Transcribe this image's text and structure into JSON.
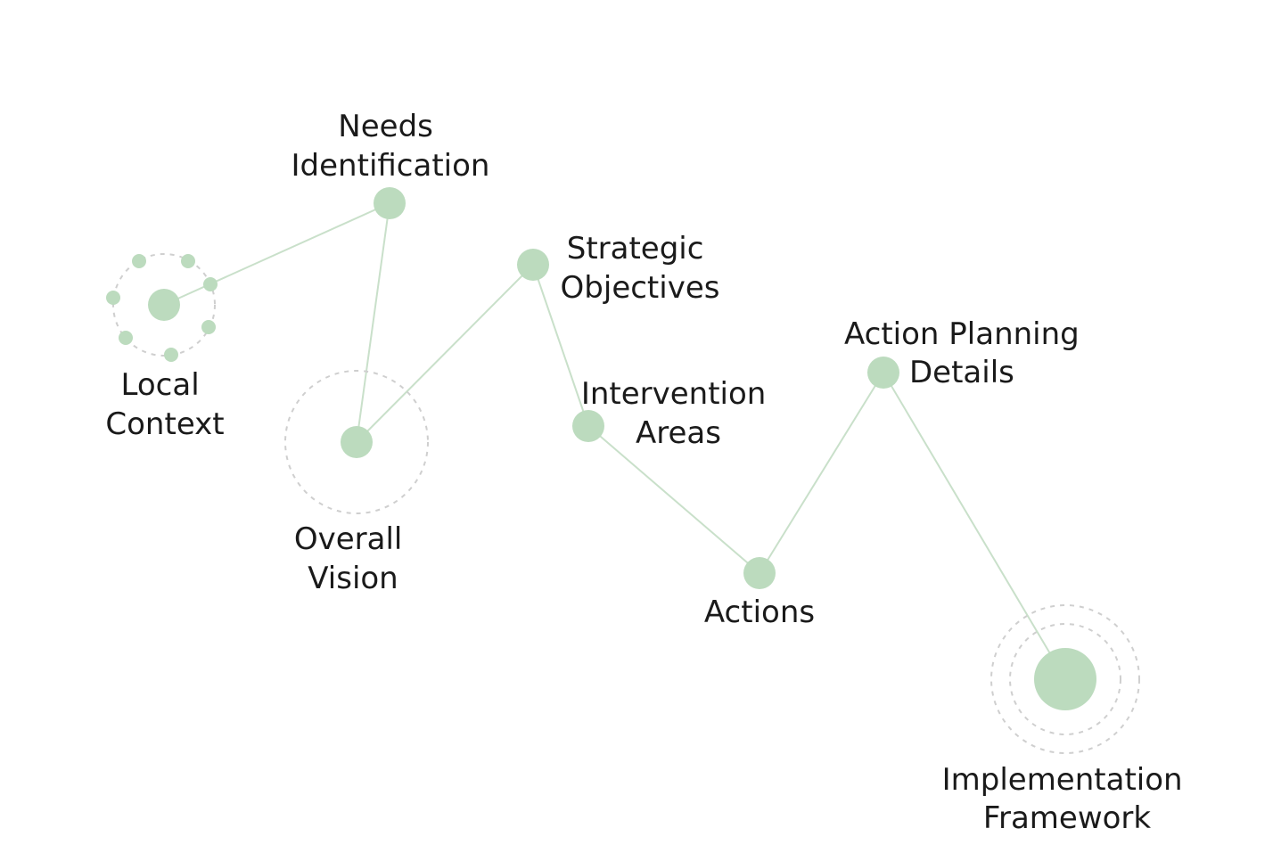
{
  "colors": {
    "node": "#bcdbbe",
    "line": "#c9e0ca",
    "dashed": "#cfcfcf",
    "text": "#1a1a1a",
    "background": "#ffffff"
  },
  "nodes": {
    "local_context": {
      "line1": "Local",
      "line2": "Context"
    },
    "needs_identification": {
      "line1": "Needs",
      "line2": "Identification"
    },
    "overall_vision": {
      "line1": "Overall",
      "line2": "Vision"
    },
    "strategic_objectives": {
      "line1": "Strategic",
      "line2": "Objectives"
    },
    "intervention_areas": {
      "line1": "Intervention",
      "line2": "Areas"
    },
    "actions": {
      "line1": "Actions"
    },
    "action_planning_details": {
      "line1": "Action Planning",
      "line2": "Details"
    },
    "implementation_framework": {
      "line1": "Implementation",
      "line2": "Framework"
    }
  }
}
